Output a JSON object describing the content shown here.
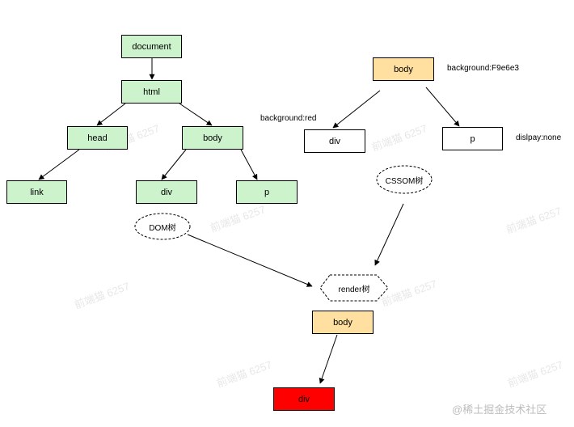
{
  "dom_tree": {
    "document": "document",
    "html": "html",
    "head": "head",
    "body": "body",
    "link": "link",
    "div": "div",
    "p": "p",
    "label": "DOM树"
  },
  "cssom_tree": {
    "body": "body",
    "body_style": "background:F9e6e3",
    "div": "div",
    "div_style": "background:red",
    "p": "p",
    "p_style": "dislpay:none",
    "label": "CSSOM树"
  },
  "render_tree": {
    "label": "render树",
    "body": "body",
    "div": "div"
  },
  "colors": {
    "dom_node": "#ccf3cc",
    "cssom_body": "#ffe0a0",
    "render_body": "#ffe0a0",
    "render_div": "#ff0000"
  },
  "watermark": "前端猫 6257",
  "footer": "@稀土掘金技术社区"
}
